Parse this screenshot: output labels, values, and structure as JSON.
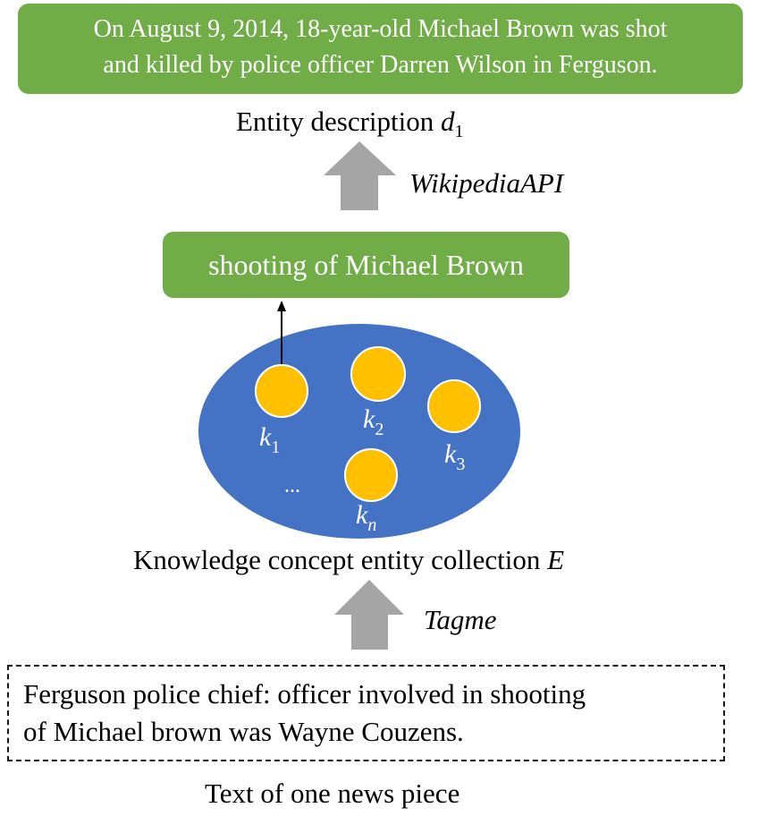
{
  "entity_description_box": {
    "line1": "On August 9, 2014, 18-year-old Michael Brown was shot",
    "line2": "and killed by police officer Darren Wilson in Ferguson."
  },
  "entity_description_label": {
    "text": "Entity description",
    "var": "d",
    "sub": "1"
  },
  "wikipedia_api_label": "WikipediaAPI",
  "selected_entity": "shooting of Michael Brown",
  "collection": {
    "label": "Knowledge concept entity collection",
    "var": "E",
    "ellipsis": "...",
    "nodes": [
      {
        "var": "k",
        "sub": "1"
      },
      {
        "var": "k",
        "sub": "2"
      },
      {
        "var": "k",
        "sub": "3"
      },
      {
        "var": "k",
        "sub": "n"
      }
    ]
  },
  "tagme_label": "Tagme",
  "news_text": {
    "line1": "Ferguson police chief: officer involved in shooting",
    "line2": "of Michael brown was Wayne Couzens."
  },
  "news_label": "Text of one news piece",
  "colors": {
    "green": "#70ad47",
    "blue": "#4472c4",
    "node_fill": "#ffc000",
    "arrow_gray": "#a5a5a5"
  }
}
